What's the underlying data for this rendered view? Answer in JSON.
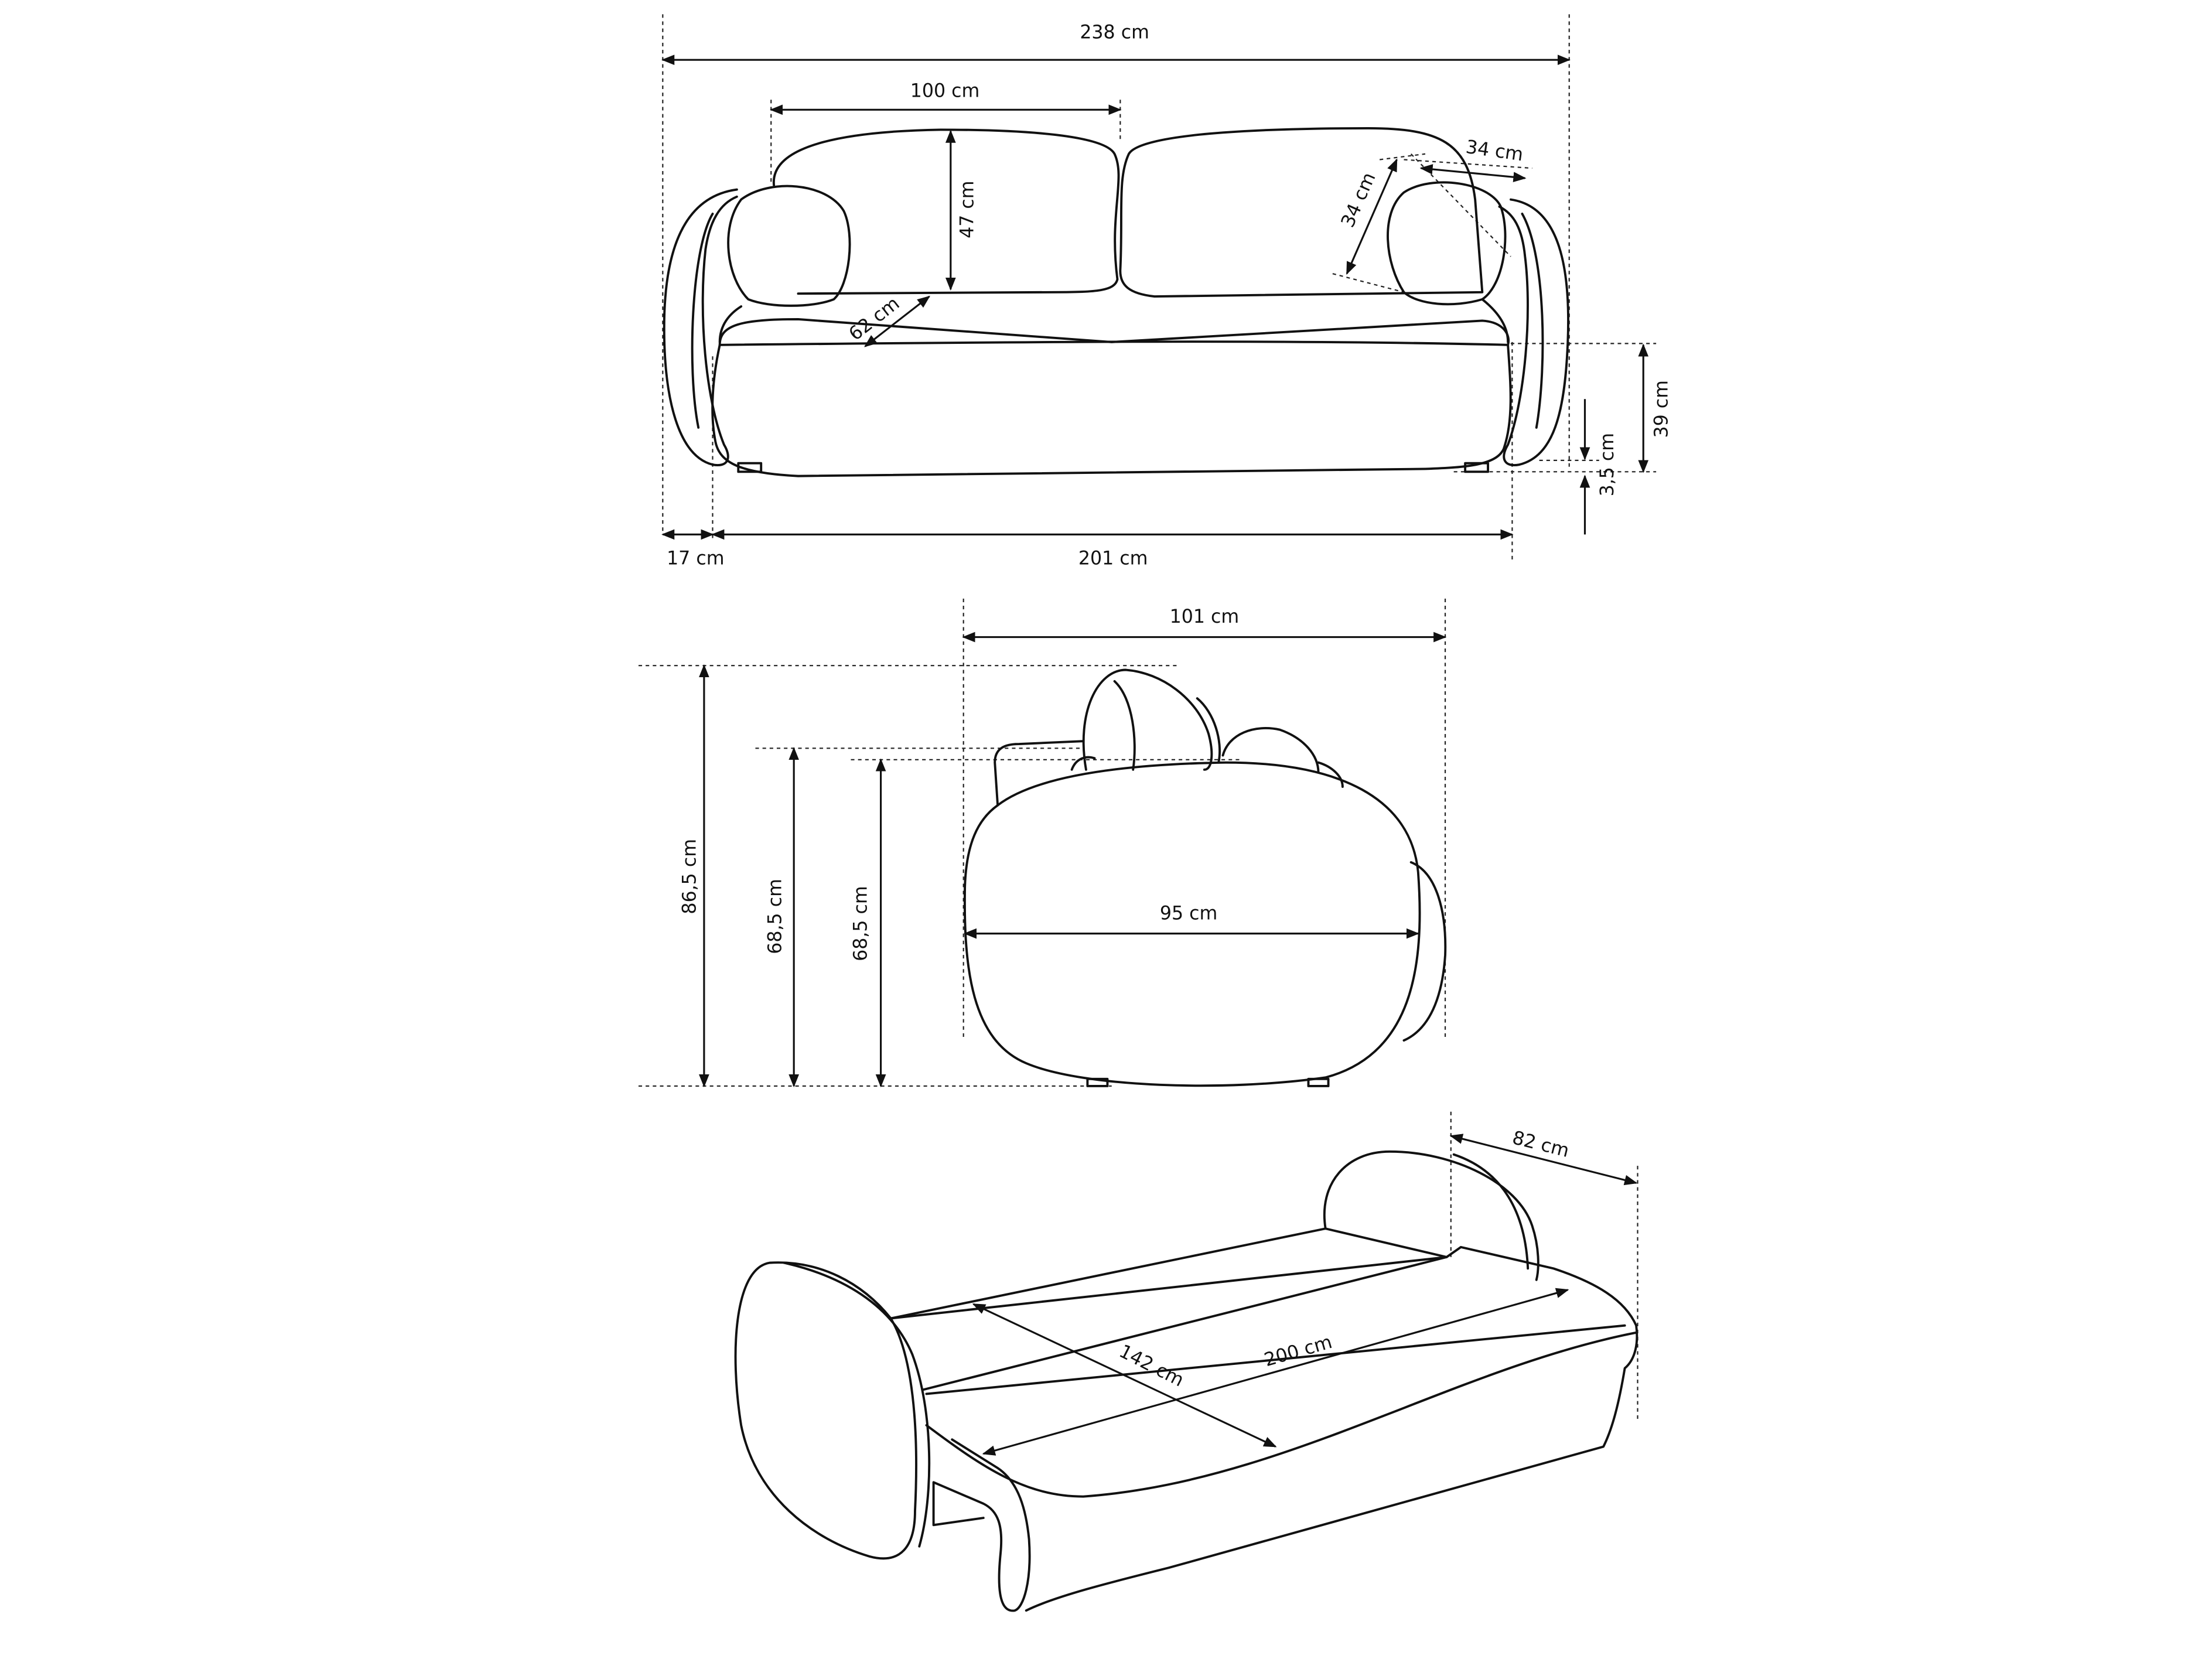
{
  "title": "Sofa bed dimensions",
  "front_view": {
    "total_width": "238 cm",
    "back_cushion_width": "100 cm",
    "back_cushion_height": "47 cm",
    "pillow_height": "34 cm",
    "pillow_width": "34 cm",
    "seat_depth": "62 cm",
    "seat_height": "39 cm",
    "leg_height": "3,5 cm",
    "armrest_width": "17 cm",
    "seat_width": "201 cm"
  },
  "side_view": {
    "depth": "101 cm",
    "total_height": "86,5 cm",
    "armrest_height_1": "68,5 cm",
    "armrest_height_2": "68,5 cm",
    "inner_depth": "95 cm"
  },
  "bed_view": {
    "armrest_depth": "82 cm",
    "sleeping_width": "142 cm",
    "sleeping_length": "200 cm"
  }
}
